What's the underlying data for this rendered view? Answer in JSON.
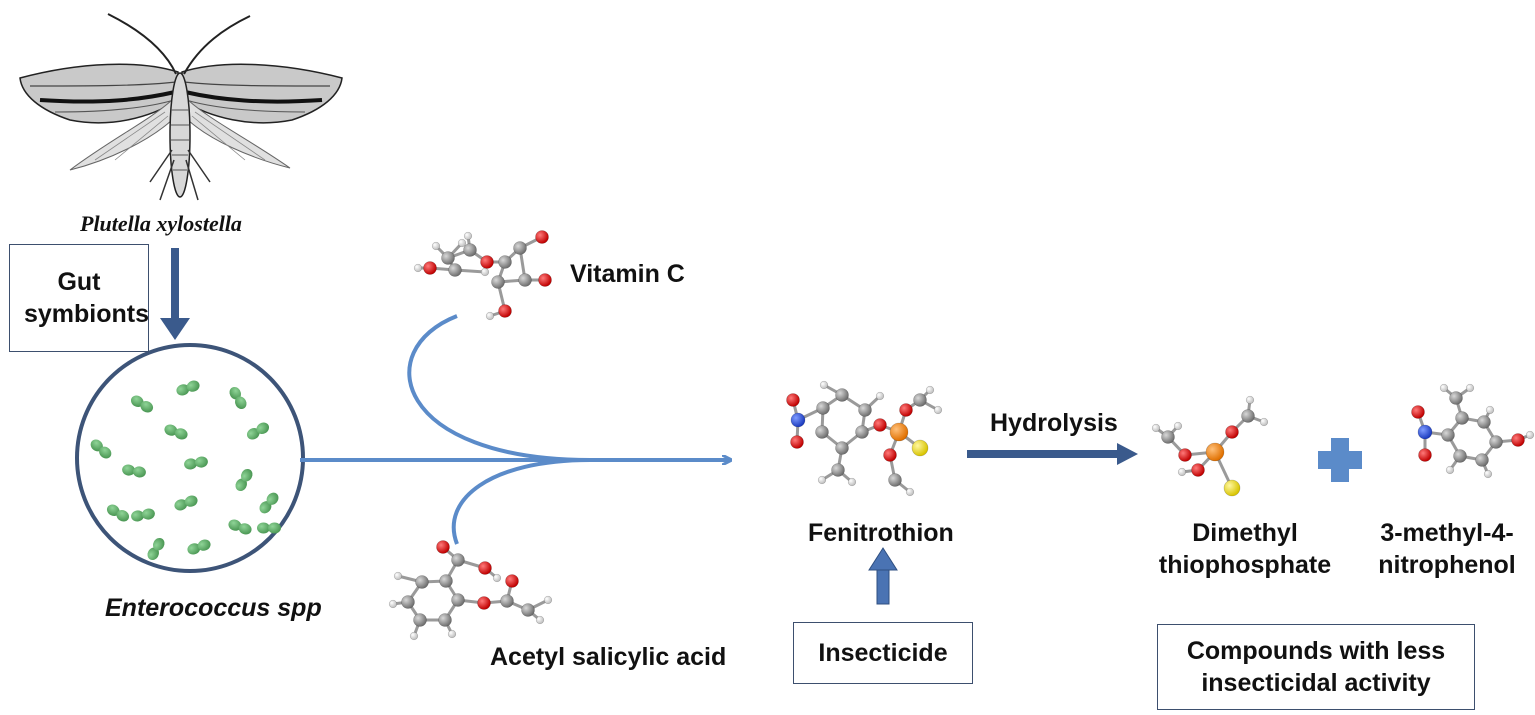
{
  "organism": {
    "name": "Plutella xylostella"
  },
  "symbionts": {
    "label": "Gut symbionts"
  },
  "bacteria": {
    "label": "Enterococcus spp"
  },
  "molecules": {
    "vitamin_c": "Vitamin C",
    "aspirin": "Acetyl salicylic acid",
    "fenitrothion": "Fenitrothion",
    "dimethyl_line1": "Dimethyl",
    "dimethyl_line2": "thiophosphate",
    "nitrophenol_line1": "3-methyl-4-",
    "nitrophenol_line2": "nitrophenol"
  },
  "process": {
    "hydrolysis": "Hydrolysis"
  },
  "insecticide": {
    "label": "Insecticide"
  },
  "products": {
    "line1": "Compounds with less",
    "line2": "insecticidal activity"
  },
  "colors": {
    "arrow_dark": "#3a5a8c",
    "arrow_light": "#5b8bc9",
    "circle_border": "#3d5478",
    "bacteria_green": "#6ab173",
    "carbon": "#8a8a8a",
    "oxygen": "#e01010",
    "nitrogen": "#2a4fd0",
    "phosphorus": "#f08a12",
    "sulfur": "#f2e022",
    "hydrogen": "#e6e6e6"
  }
}
